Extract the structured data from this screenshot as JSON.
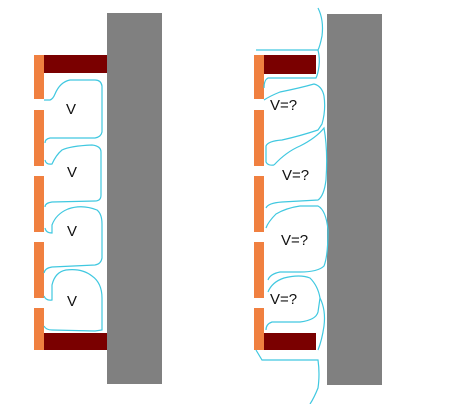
{
  "colors": {
    "wall": "#808080",
    "cap": "#7a0000",
    "side_strip": "#f08040",
    "contour": "#40c8e0",
    "background": "#ffffff",
    "text": "#111111"
  },
  "left_diagram": {
    "cell_labels": [
      "V",
      "V",
      "V",
      "V"
    ]
  },
  "right_diagram": {
    "cell_labels": [
      "V=?",
      "V=?",
      "V=?",
      "V=?"
    ]
  }
}
